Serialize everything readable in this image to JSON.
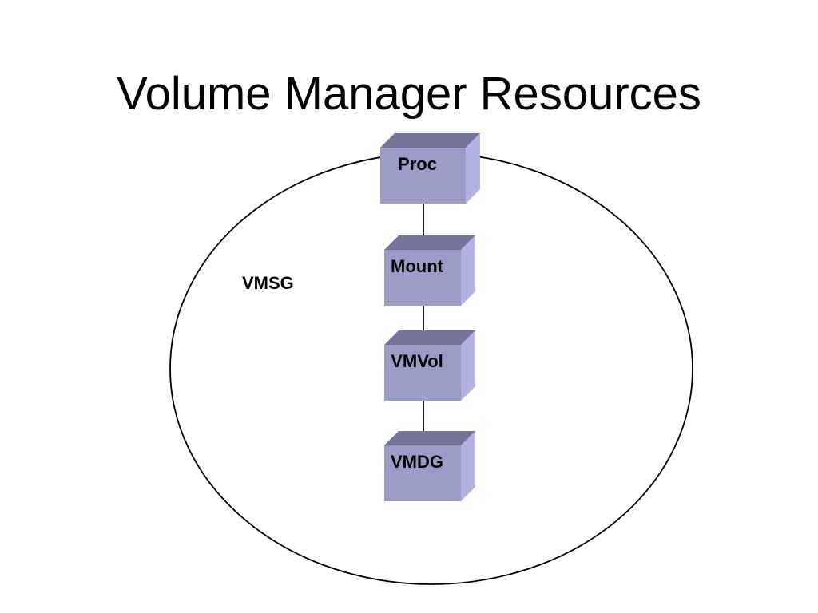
{
  "slide": {
    "title": "Volume Manager Resources"
  },
  "diagram": {
    "group_label": "VMSG",
    "nodes": [
      {
        "id": "proc",
        "label": "Proc"
      },
      {
        "id": "mount",
        "label": "Mount"
      },
      {
        "id": "vmvol",
        "label": "VMVol"
      },
      {
        "id": "vmdg",
        "label": "VMDG"
      }
    ],
    "edges": [
      {
        "from": "proc",
        "to": "mount"
      },
      {
        "from": "mount",
        "to": "vmvol"
      },
      {
        "from": "vmvol",
        "to": "vmdg"
      }
    ],
    "colors": {
      "box_front": "#9b9bc8",
      "box_top": "#75759a",
      "box_side": "#b2b2e4",
      "stroke": "#000000"
    }
  }
}
